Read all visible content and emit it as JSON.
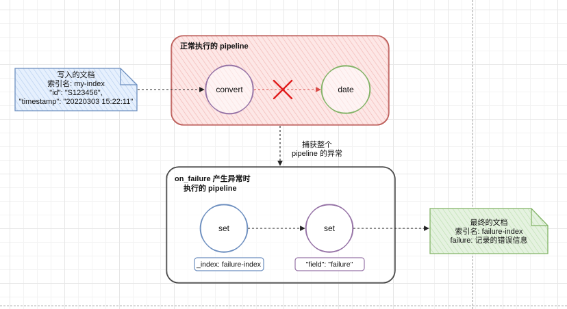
{
  "colors": {
    "red": "#b85450",
    "red_fill": "#f8cecc",
    "blue": "#6c8ebf",
    "blue_fill": "#dae8fc",
    "green": "#82b366",
    "green_fill": "#d5e8d4",
    "purple": "#9673a6",
    "dark": "#333333",
    "cross": "#e01a1a"
  },
  "input_doc": {
    "line1": "写入的文档",
    "line2": "索引名: my-index",
    "line3": "\"id\": \"S123456\",",
    "line4": "\"timestamp\": \"20220303 15:22:11\""
  },
  "normal_pipeline": {
    "title": "正常执行的 pipeline",
    "node_convert": "convert",
    "node_date": "date"
  },
  "catch_edge": {
    "line1": "捕获整个",
    "line2": "pipeline 的异常"
  },
  "failure_pipeline": {
    "title_line1": "on_failure 产生异常时",
    "title_line2": "执行的 pipeline",
    "node_set1": "set",
    "node_set2": "set",
    "tag1": "_index: failure-index",
    "tag2": "\"field\": \"failure\""
  },
  "output_doc": {
    "line1": "最终的文档",
    "line2": "索引名: failure-index",
    "line3": "failure:  记录的错误信息"
  }
}
